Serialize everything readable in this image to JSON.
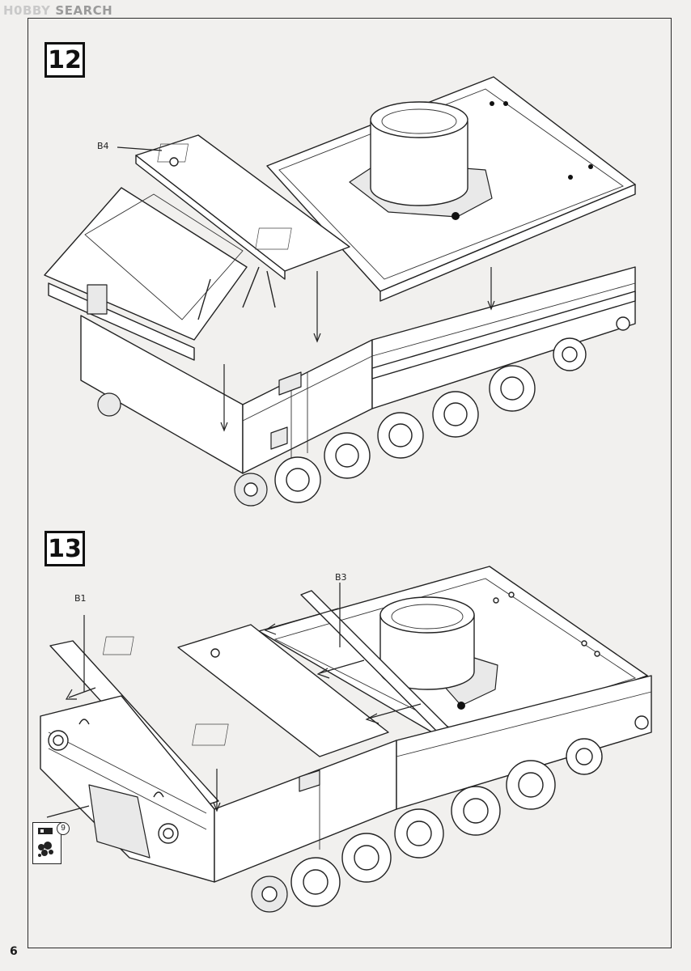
{
  "watermark": {
    "logo": "H0BBY",
    "text": "SEARCH"
  },
  "steps": [
    {
      "number": "12",
      "part_labels": [
        "B4"
      ]
    },
    {
      "number": "13",
      "part_labels": [
        "B1",
        "B3"
      ]
    }
  ],
  "paint_callout": {
    "number": "9"
  },
  "page_number": "6"
}
